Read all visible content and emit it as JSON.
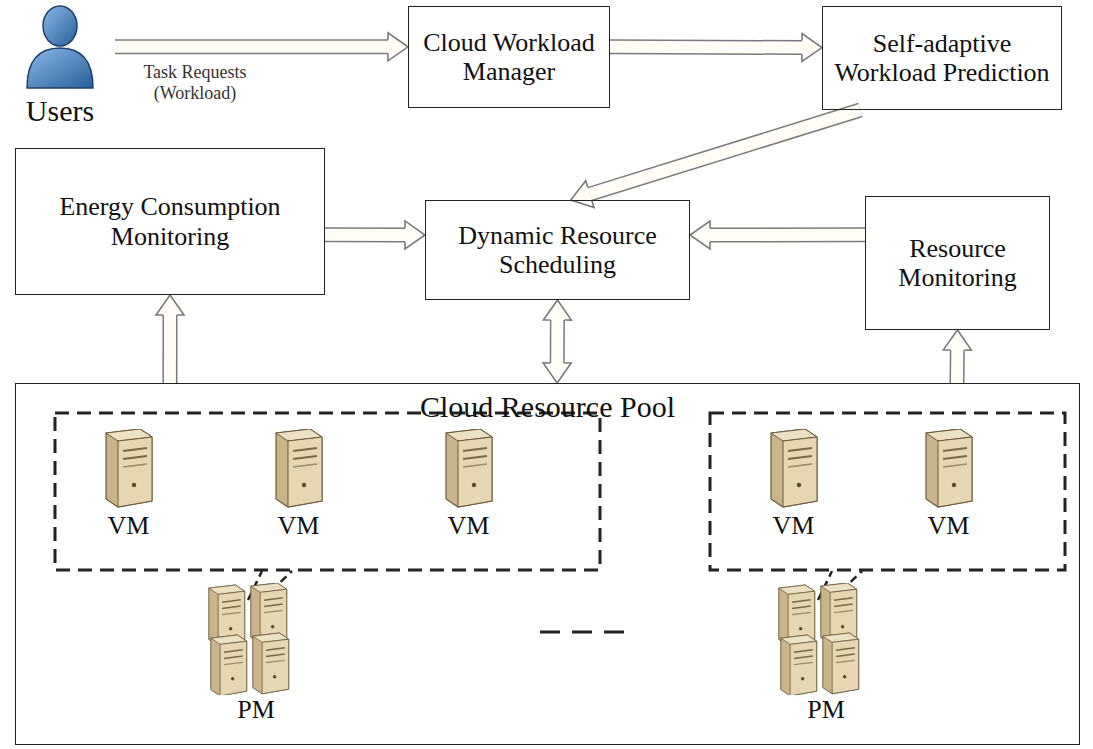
{
  "diagram": {
    "nodes": [
      {
        "text": [
          "Users"
        ]
      },
      {
        "text": [
          "Cloud Workload Manager"
        ]
      },
      {
        "text": [
          "Self-adaptive Workload Prediction"
        ]
      },
      {
        "text": [
          "Energy Consumption Monitoring"
        ]
      },
      {
        "text": [
          "Dynamic Resource Scheduling"
        ]
      },
      {
        "text": [
          "Resource Monitoring"
        ]
      },
      {
        "text": [
          "Cloud Resource Pool"
        ]
      },
      {
        "text": [
          "VM"
        ],
        "in": 6
      },
      {
        "text": [
          "VM"
        ],
        "in": 6
      },
      {
        "text": [
          "VM"
        ],
        "in": 6
      },
      {
        "text": [
          "VM"
        ],
        "in": 6
      },
      {
        "text": [
          "VM"
        ],
        "in": 6
      },
      {
        "text": [
          "PM"
        ],
        "in": 6
      },
      {
        "text": [
          "PM"
        ],
        "in": 6
      }
    ],
    "edges": [
      {
        "from": 0,
        "to": 1,
        "arrow": "to",
        "label": "Task Requests (Workload)"
      },
      {
        "from": 1,
        "to": 2,
        "arrow": "to"
      },
      {
        "from": 2,
        "to": 4,
        "arrow": "to"
      },
      {
        "from": 3,
        "to": 4,
        "arrow": "to"
      },
      {
        "from": 5,
        "to": 4,
        "arrow": "to"
      },
      {
        "from": 4,
        "to": 6,
        "arrow": "both"
      },
      {
        "from": 6,
        "to": 3,
        "arrow": "to"
      },
      {
        "from": 6,
        "to": 5,
        "arrow": "to"
      }
    ]
  }
}
